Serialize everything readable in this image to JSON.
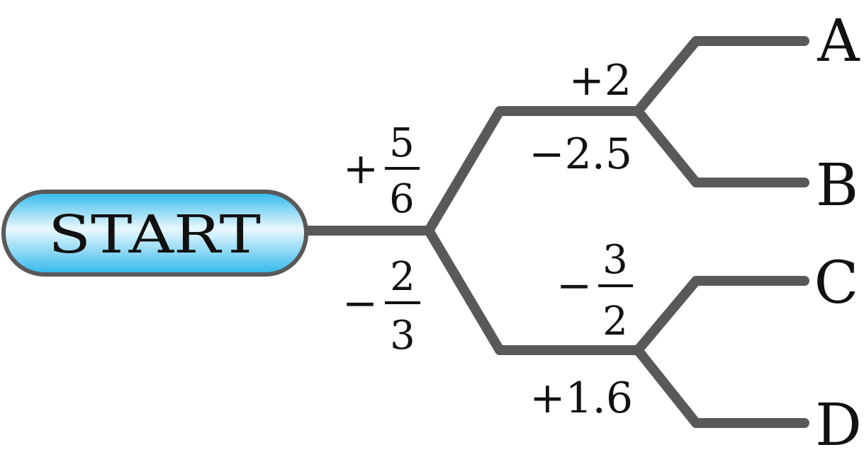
{
  "start": {
    "label": "START"
  },
  "leaves": {
    "a": "A",
    "b": "B",
    "c": "C",
    "d": "D"
  },
  "edges": {
    "start_up": {
      "sign": "+",
      "numerator": "5",
      "denominator": "6"
    },
    "start_down": {
      "sign": "−",
      "numerator": "2",
      "denominator": "3"
    },
    "upper_to_a": "+2",
    "upper_to_b": "−2.5",
    "lower_to_c": {
      "sign": "−",
      "numerator": "3",
      "denominator": "2"
    },
    "lower_to_d": "+1.6"
  },
  "colors": {
    "branch": "#595959",
    "start_fill_edge": "#2fb8ec",
    "start_fill_center": "#eaf8fd",
    "start_border": "#595959",
    "text": "#111111"
  }
}
